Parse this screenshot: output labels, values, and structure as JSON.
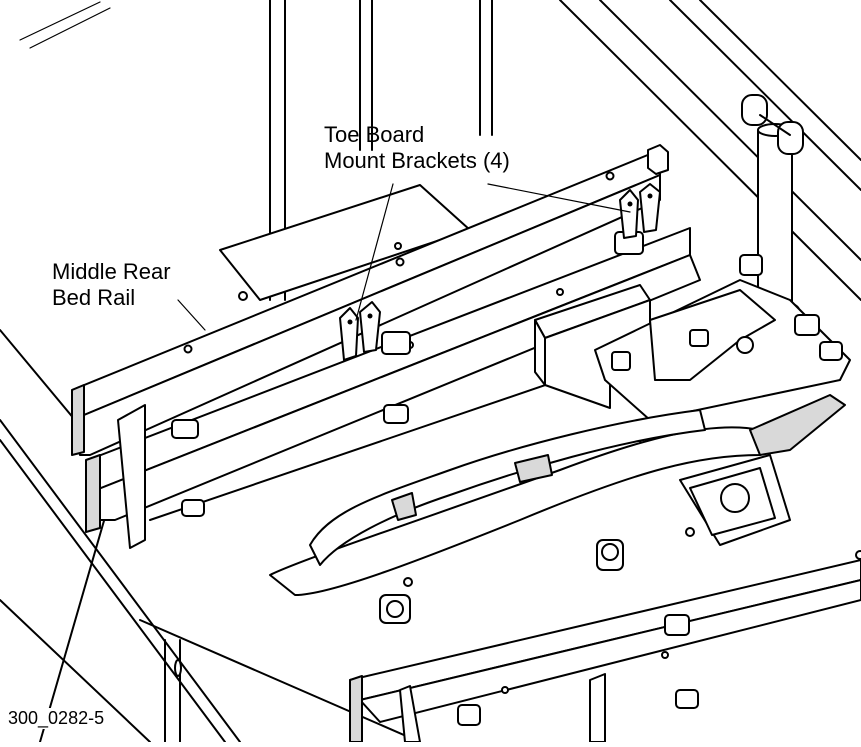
{
  "callouts": {
    "toe_board_line1": "Toe Board",
    "toe_board_line2": "Mount Brackets (4)",
    "middle_rear_line1": "Middle Rear",
    "middle_rear_line2": "Bed Rail"
  },
  "figure_id": "300_0282-5"
}
